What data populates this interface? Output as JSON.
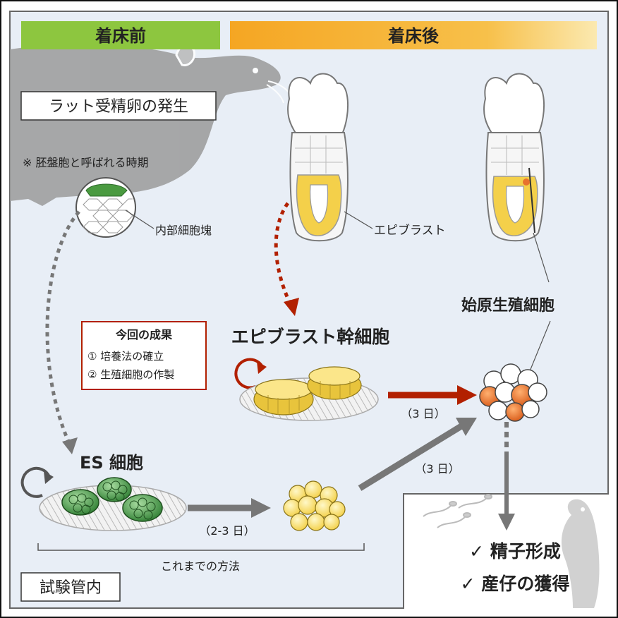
{
  "header": {
    "pre_implantation": "着床前",
    "post_implantation": "着床後"
  },
  "labels": {
    "rat_egg_development": "ラット受精卵の発生",
    "blastocyst_note": "※ 胚盤胞と呼ばれる時期",
    "inner_cell_mass": "内部細胞塊",
    "epiblast": "エピブラスト",
    "primordial_germ_cells": "始原生殖細胞",
    "epiblast_stem_cells": "エピブラスト幹細胞",
    "es_cells": "ES 細胞",
    "days_3_top": "（3 日）",
    "days_3_bottom": "（3 日）",
    "days_2_3": "（2-3 日）",
    "previous_method": "これまでの方法",
    "in_vitro": "試験管内",
    "spermatogenesis": "✓ 精子形成",
    "offspring": "✓ 産仔の獲得"
  },
  "results_box": {
    "title": "今回の成果",
    "item1": "① 培養法の確立",
    "item2": "② 生殖細胞の作製"
  },
  "colors": {
    "header_green": "#8dc63f",
    "header_orange": "#f5b335",
    "accent_red": "#b22000",
    "gray_arrow": "#777777",
    "panel_bg": "#e8eef6",
    "yellow_cell": "#f8dc6a",
    "green_cell": "#3f8f3f",
    "orange_cell": "#e8722e"
  }
}
